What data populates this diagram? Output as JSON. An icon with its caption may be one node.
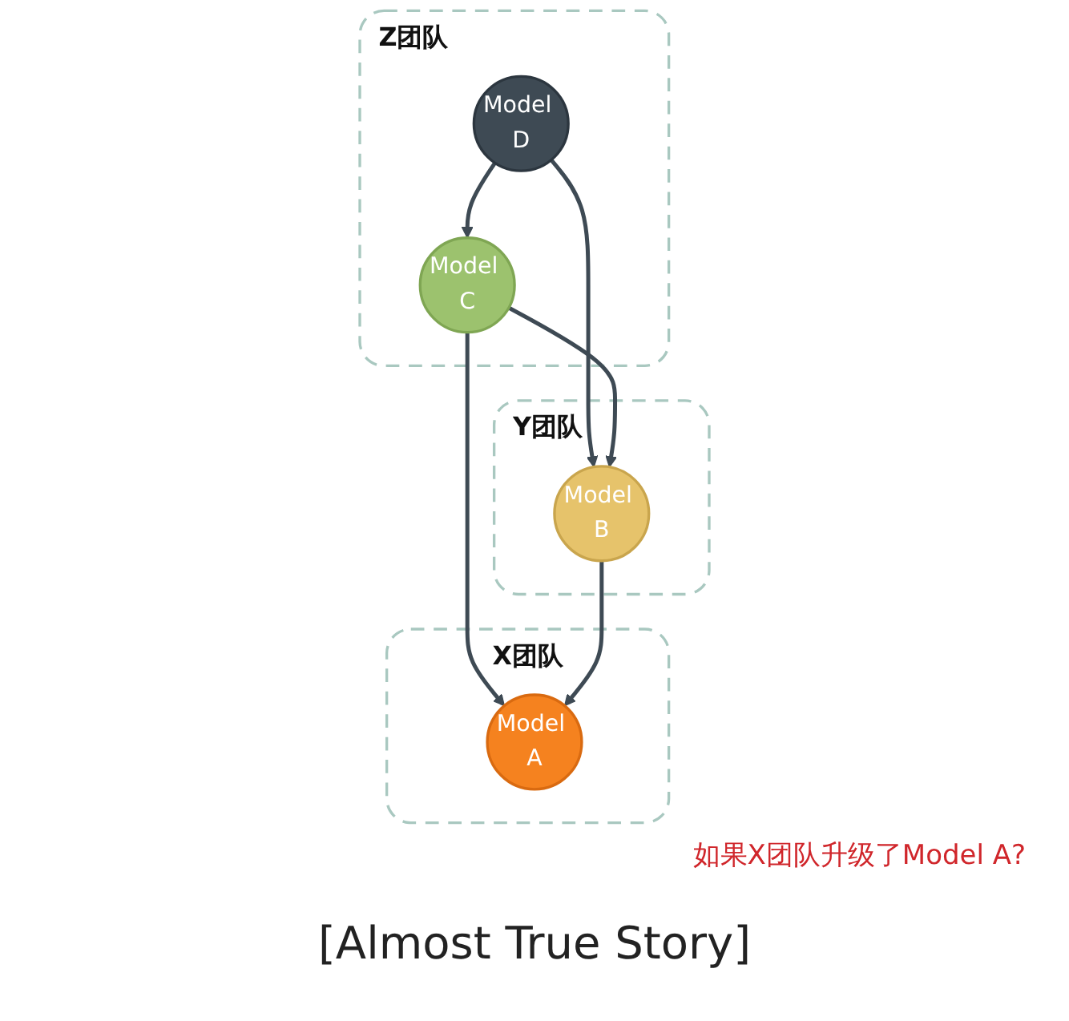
{
  "diagram": {
    "caption": "[Almost True Story]",
    "nodes": [
      {
        "text": [
          "Z团队"
        ]
      },
      {
        "text": [
          "Model D"
        ],
        "in": 0
      },
      {
        "text": [
          "Model C"
        ],
        "in": 0
      },
      {
        "text": [
          "Y团队"
        ]
      },
      {
        "text": [
          "Model B"
        ],
        "in": 3
      },
      {
        "text": [
          "X团队"
        ]
      },
      {
        "text": [
          "Model A"
        ],
        "in": 5
      }
    ],
    "edges": [
      {
        "from": 1,
        "to": 2,
        "arrow": "to"
      },
      {
        "from": 1,
        "to": 4,
        "arrow": "to"
      },
      {
        "from": 2,
        "to": 4,
        "arrow": "to"
      },
      {
        "from": 2,
        "to": 6,
        "arrow": "to"
      },
      {
        "from": 4,
        "to": 6,
        "arrow": "to"
      }
    ],
    "labels": [
      "如果X团队升级了Model A?"
    ]
  }
}
